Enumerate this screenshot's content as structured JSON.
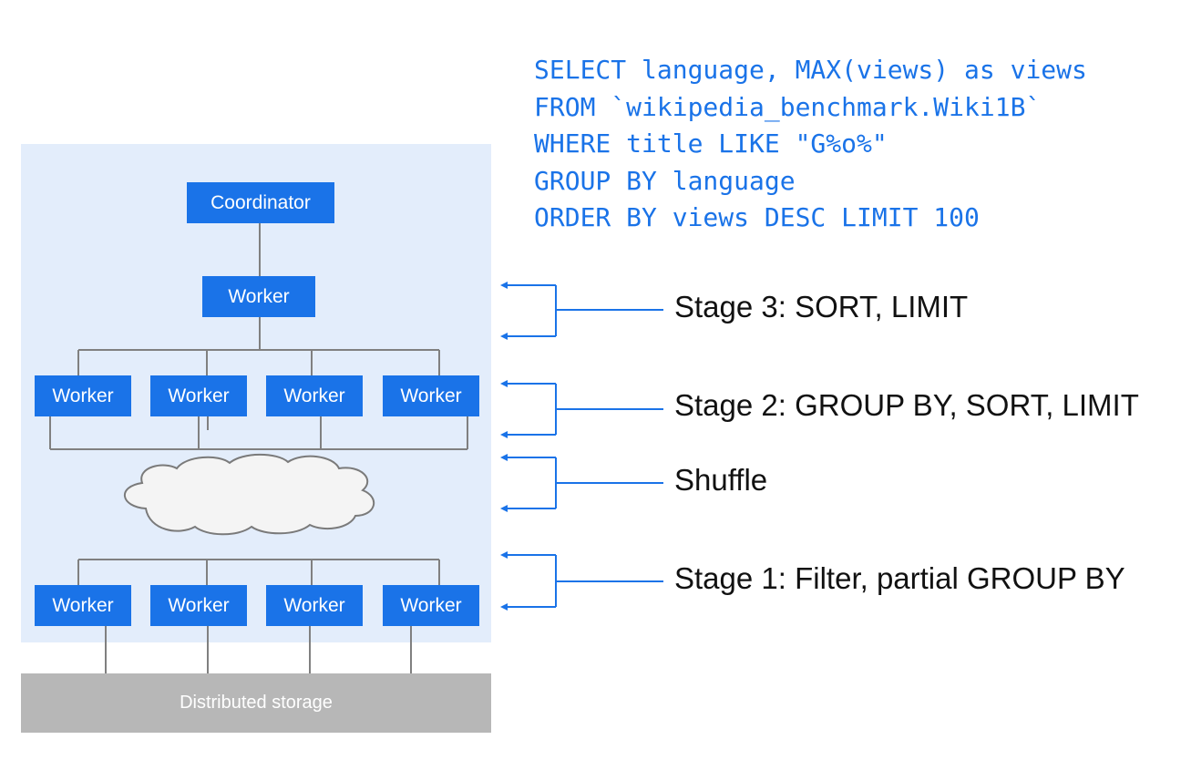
{
  "sql": {
    "lines": [
      "SELECT language, MAX(views) as views",
      "FROM `wikipedia_benchmark.Wiki1B`",
      "WHERE title LIKE \"G%o%\"",
      "GROUP BY language",
      "ORDER BY views DESC LIMIT 100"
    ]
  },
  "diagram": {
    "coordinator": "Coordinator",
    "stage3_worker": "Worker",
    "stage2_workers": [
      "Worker",
      "Worker",
      "Worker",
      "Worker"
    ],
    "stage1_workers": [
      "Worker",
      "Worker",
      "Worker",
      "Worker"
    ],
    "storage": "Distributed storage"
  },
  "stages": [
    "Stage 3: SORT, LIMIT",
    "Stage 2: GROUP BY, SORT, LIMIT",
    "Shuffle",
    "Stage 1: Filter, partial GROUP BY"
  ],
  "colors": {
    "accent": "#1a73e8",
    "panel": "#e3edfb",
    "storage": "#b7b7b7",
    "connector": "#808080"
  }
}
